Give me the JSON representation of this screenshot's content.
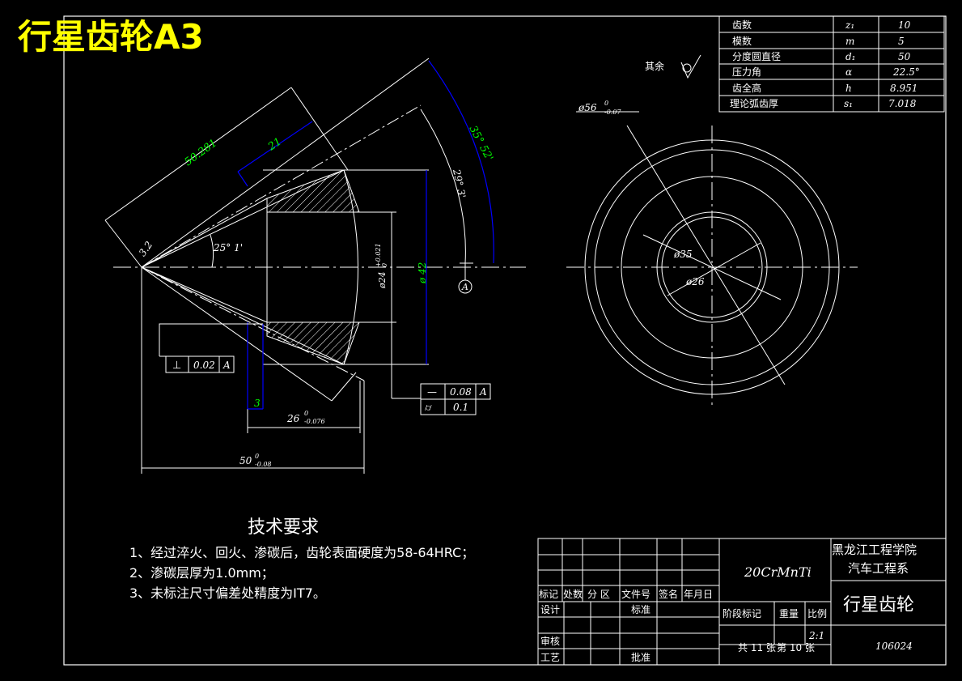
{
  "title": "行星齿轮A3",
  "param_table": [
    {
      "name": "齿数",
      "symbol": "z₁",
      "value": "10"
    },
    {
      "name": "模数",
      "symbol": "m",
      "value": "5"
    },
    {
      "name": "分度圆直径",
      "symbol": "d₁",
      "value": "50"
    },
    {
      "name": "压力角",
      "symbol": "α",
      "value": "22.5°"
    },
    {
      "name": "齿全高",
      "symbol": "h",
      "value": "8.951"
    },
    {
      "name": "理论弧齿厚",
      "symbol": "s₁",
      "value": "7.018"
    }
  ],
  "roughness_note": "其余",
  "dims": {
    "d50281": "50.281",
    "d21": "21",
    "a3552": "35° 52'",
    "a293": "29° 3'",
    "a251": "25° 1'",
    "d32": "3.2",
    "d24": "ø24",
    "d24tol": "+0.021",
    "d24tol0": "0",
    "d42": "ø 42",
    "datum": "A",
    "d3": "3",
    "d26": "26",
    "d26tu": "0",
    "d26tl": "-0.076",
    "d50": "50",
    "d50tu": "0",
    "d50tl": "-0.08",
    "d56": "ø56",
    "d56tu": "0",
    "d56tl": "-0.07",
    "d35": "ø35",
    "d26b": "ø26"
  },
  "tol_frames": {
    "perp_sym": "⊥",
    "perp_val": "0.02",
    "perp_ref": "A",
    "run_sym": "—",
    "run_val": "0.08",
    "run_ref": "A",
    "cyl_sym": "⌭",
    "cyl_val": "0.1"
  },
  "tech": {
    "heading": "技术要求",
    "items": [
      "1、经过淬火、回火、渗碳后，齿轮表面硬度为58-64HRC；",
      "2、渗碳层厚为1.0mm；",
      "3、未标注尺寸偏差处精度为IT7。"
    ]
  },
  "title_block": {
    "material": "20CrMnTi",
    "school": "黑龙江工程学院",
    "dept": "汽车工程系",
    "part_name": "行星齿轮",
    "code": "106024",
    "h_mark": "标记",
    "h_count": "处数",
    "h_zone": "分 区",
    "h_doc": "文件号",
    "h_sign": "签名",
    "h_date": "年月日",
    "design": "设计",
    "standard": "标准",
    "check": "审核",
    "process": "工艺",
    "approve": "批准",
    "stage": "阶段标记",
    "weight": "重量",
    "scale_label": "比例",
    "scale": "2:1",
    "sheets": "共 11 张",
    "sheet_no": "第 10 张"
  },
  "colors": {
    "title": "#ffff00",
    "dimension": "#00ff00",
    "dim_line": "#0000ff",
    "line": "#ffffff"
  }
}
